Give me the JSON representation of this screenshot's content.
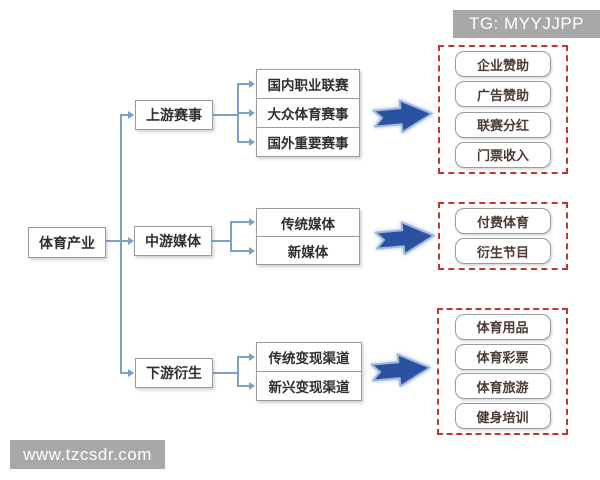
{
  "watermarks": {
    "top_right": "TG: MYYJJPP",
    "bottom_left": "www.tzcsdr.com"
  },
  "colors": {
    "connector_line": "#7ba1c7",
    "block_arrow_fill": "#2a52a0",
    "block_arrow_outline": "#9fb9de",
    "panel_dashed_border": "#c23531",
    "node_border": "#9b9b9b",
    "node_text": "#2f2f2f",
    "outcome_text": "#4c3b34",
    "watermark_bg": "#a8a8a8",
    "watermark_text": "#ffffff"
  },
  "root": {
    "label": "体育产业"
  },
  "branches": [
    {
      "label": "上游赛事",
      "children": [
        "国内职业联赛",
        "大众体育赛事",
        "国外重要赛事"
      ],
      "outcomes": [
        "企业赞助",
        "广告赞助",
        "联赛分红",
        "门票收入"
      ]
    },
    {
      "label": "中游媒体",
      "children": [
        "传统媒体",
        "新媒体"
      ],
      "outcomes": [
        "付费体育",
        "衍生节目"
      ]
    },
    {
      "label": "下游衍生",
      "children": [
        "传统变现渠道",
        "新兴变现渠道"
      ],
      "outcomes": [
        "体育用品",
        "体育彩票",
        "体育旅游",
        "健身培训"
      ]
    }
  ]
}
